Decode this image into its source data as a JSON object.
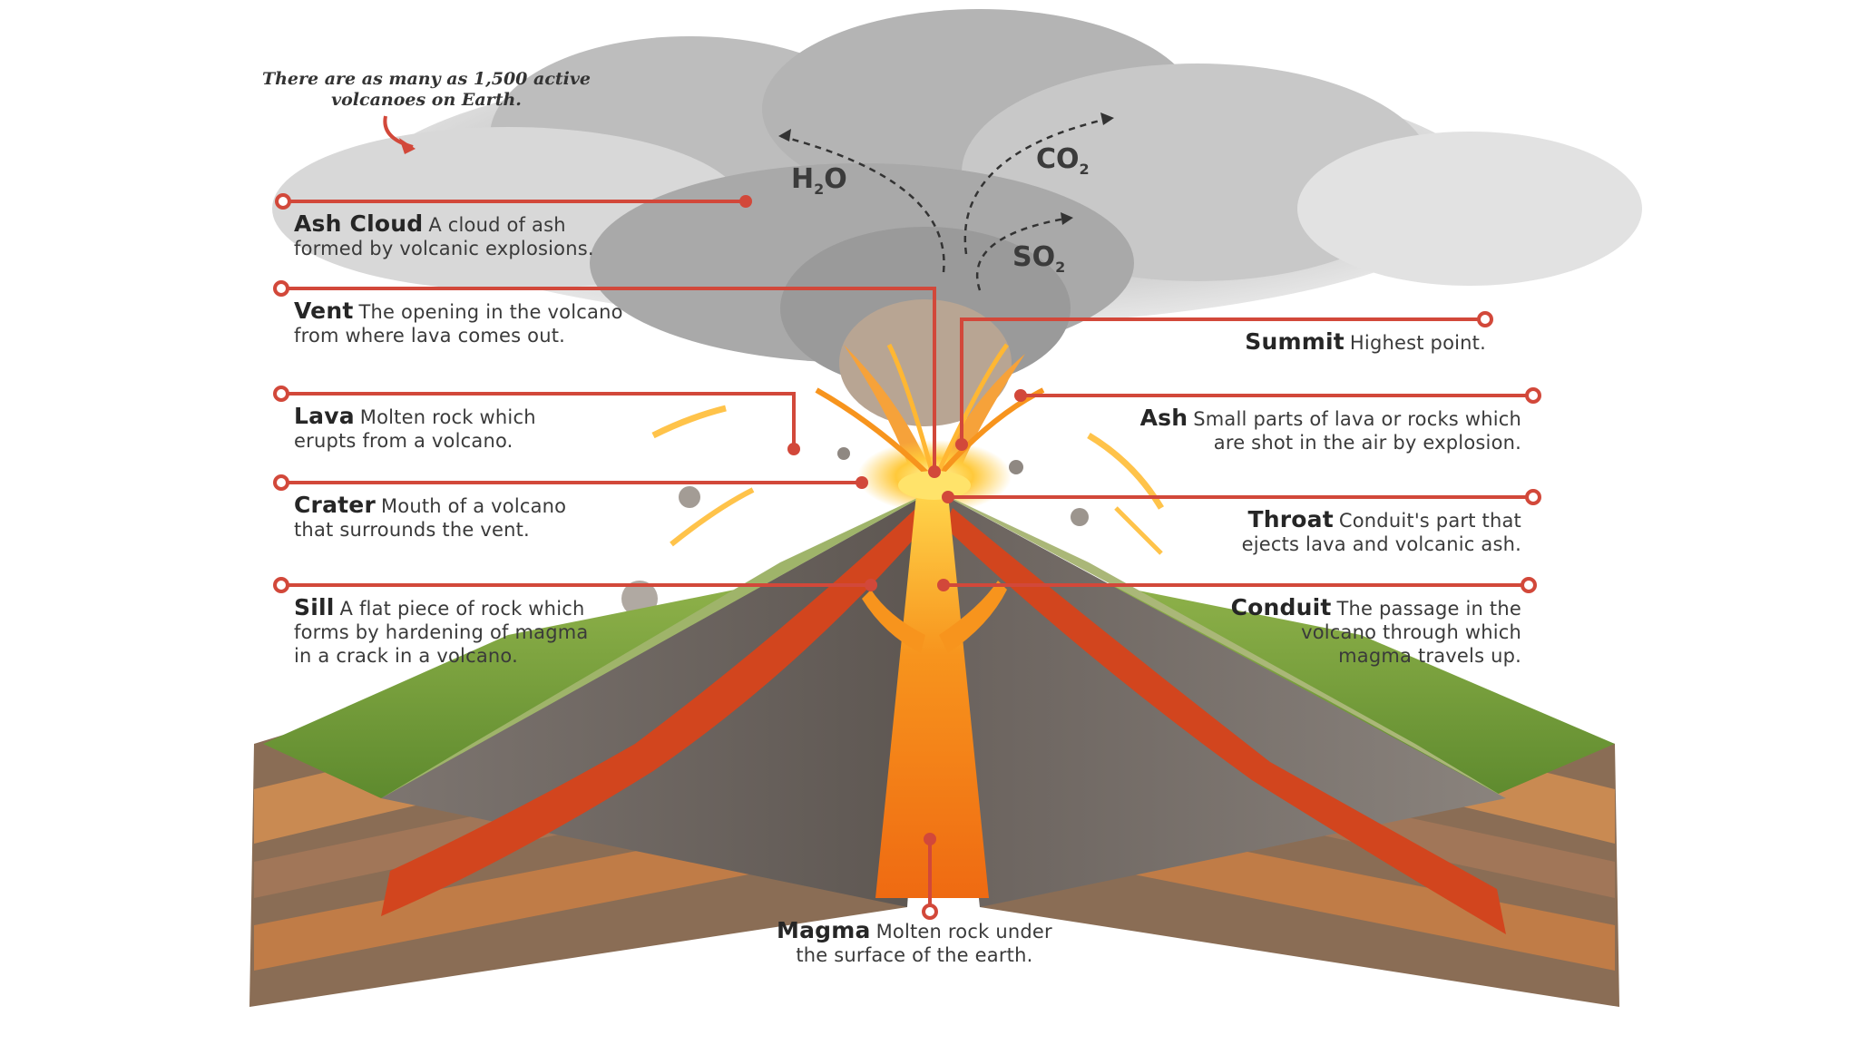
{
  "note": "There are as many as 1,500 active volcanoes on Earth.",
  "gases": {
    "h2o": {
      "main": "H",
      "sub": "2",
      "tail": "O"
    },
    "co2": {
      "main": "CO",
      "sub": "2"
    },
    "so2": {
      "main": "SO",
      "sub": "2"
    }
  },
  "labels": {
    "ash_cloud": {
      "term": "Ash Cloud",
      "line1": "A cloud of ash",
      "line2": "formed by volcanic explosions."
    },
    "vent": {
      "term": "Vent",
      "line1": "The opening in the volcano",
      "line2": "from where lava comes out."
    },
    "lava": {
      "term": "Lava",
      "line1": "Molten rock which",
      "line2": "erupts from a volcano."
    },
    "crater": {
      "term": "Crater",
      "line1": "Mouth of a volcano",
      "line2": "that surrounds the vent."
    },
    "sill": {
      "term": "Sill",
      "line1": "A flat piece of rock which",
      "line2": "forms by hardening of magma",
      "line3": "in a crack in a volcano."
    },
    "summit": {
      "term": "Summit",
      "line1": "Highest point."
    },
    "ash": {
      "term": "Ash",
      "line1": "Small parts of lava or rocks which",
      "line2": "are shot in the air by explosion."
    },
    "throat": {
      "term": "Throat",
      "line1": "Conduit's part that",
      "line2": "ejects lava and volcanic ash."
    },
    "conduit": {
      "term": "Conduit",
      "line1": "The passage in the",
      "line2": "volcano through which",
      "line3": "magma travels up."
    },
    "magma": {
      "term": "Magma",
      "line1": "Molten rock under",
      "line2": "the surface of the earth."
    }
  },
  "colors": {
    "leader": "#d2483a",
    "lava": "#f07a1a",
    "magma": "#f59a2a",
    "ash_cloud": "#cfcfcf"
  }
}
